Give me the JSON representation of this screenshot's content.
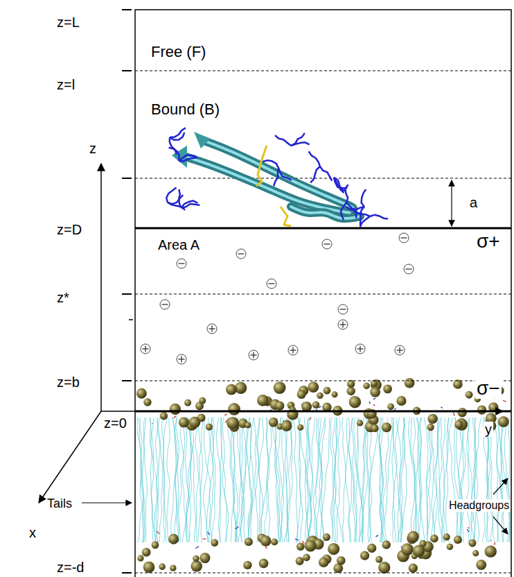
{
  "diagram": {
    "labels": [
      "z=L",
      "Free (F)",
      "z=l",
      "Bound (B)",
      "z",
      "a",
      "z=D",
      "Area A",
      "σ+",
      "z*",
      "z=b",
      "σ−",
      "z=0",
      "y",
      "x",
      "Tails",
      "Headgroups",
      "z=-d"
    ]
  }
}
